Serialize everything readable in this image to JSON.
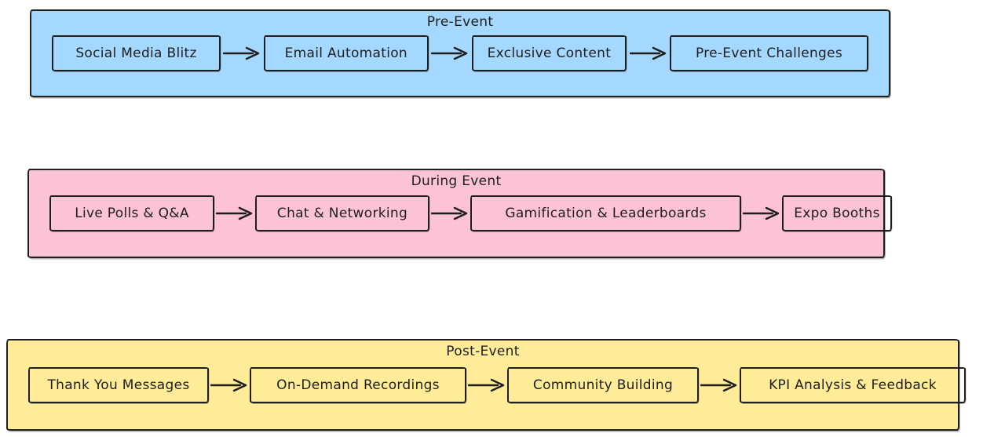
{
  "diagram": {
    "stroke_color": "#1e1e1e",
    "background_color": "#ffffff",
    "groups": [
      {
        "title": "Pre-Event",
        "color": "#a5d8ff",
        "nodes": [
          "Social Media Blitz",
          "Email Automation",
          "Exclusive Content",
          "Pre-Event Challenges"
        ]
      },
      {
        "title": "During Event",
        "color": "#fcc2d7",
        "nodes": [
          "Live Polls & Q&A",
          "Chat & Networking",
          "Gamification & Leaderboards",
          "Expo Booths"
        ]
      },
      {
        "title": "Post-Event",
        "color": "#ffec99",
        "nodes": [
          "Thank You Messages",
          "On-Demand Recordings",
          "Community Building",
          "KPI Analysis & Feedback"
        ]
      }
    ]
  }
}
